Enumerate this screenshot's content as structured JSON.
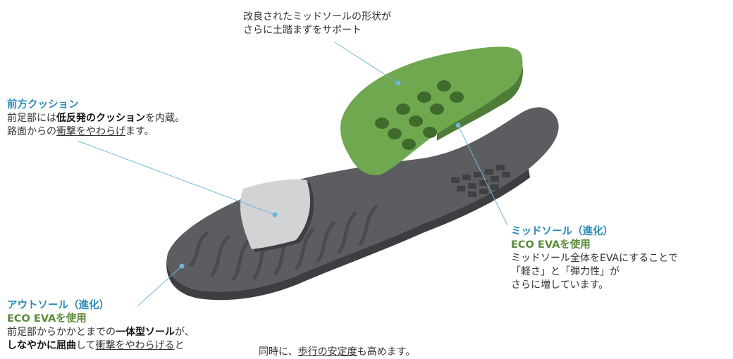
{
  "colors": {
    "accent_blue": "#2a8ab8",
    "accent_green": "#5c8b3a",
    "midsole_green": "#6fa84f",
    "outsole_gray": "#5c5d60",
    "cushion_gray": "#cfd0d2"
  },
  "top_note": {
    "line1": "改良されたミッドソールの形状が",
    "line2": "さらに土踏まずをサポート"
  },
  "front_cushion": {
    "title": "前方クッション",
    "l1_pre": "前足部には",
    "l1_bold": "低反発のクッション",
    "l1_post": "を内蔵。",
    "l2_pre": "路面からの",
    "l2_under": "衝撃をやわらげ",
    "l2_post": "ます。"
  },
  "midsole": {
    "title": "ミッドソール（進化）",
    "subtitle": "ECO EVAを使用",
    "line1": "ミッドソール全体をEVAにすることで",
    "line2": "「軽さ」と「弾力性」が",
    "line3": "さらに増しています。"
  },
  "outsole": {
    "title": "アウトソール（進化）",
    "subtitle": "ECO EVAを使用",
    "l1_pre": "前足部からかかとまでの",
    "l1_bold": "一体型ソール",
    "l1_post": "が、",
    "l2_bold": "しなやかに屈曲",
    "l2_mid": "して",
    "l2_under": "衝撃をやわらげる",
    "l2_post": "と",
    "l2_tail_pre": "同時に、",
    "l2_tail_under": "歩行の安定度",
    "l2_tail_post": "も高めます。"
  }
}
